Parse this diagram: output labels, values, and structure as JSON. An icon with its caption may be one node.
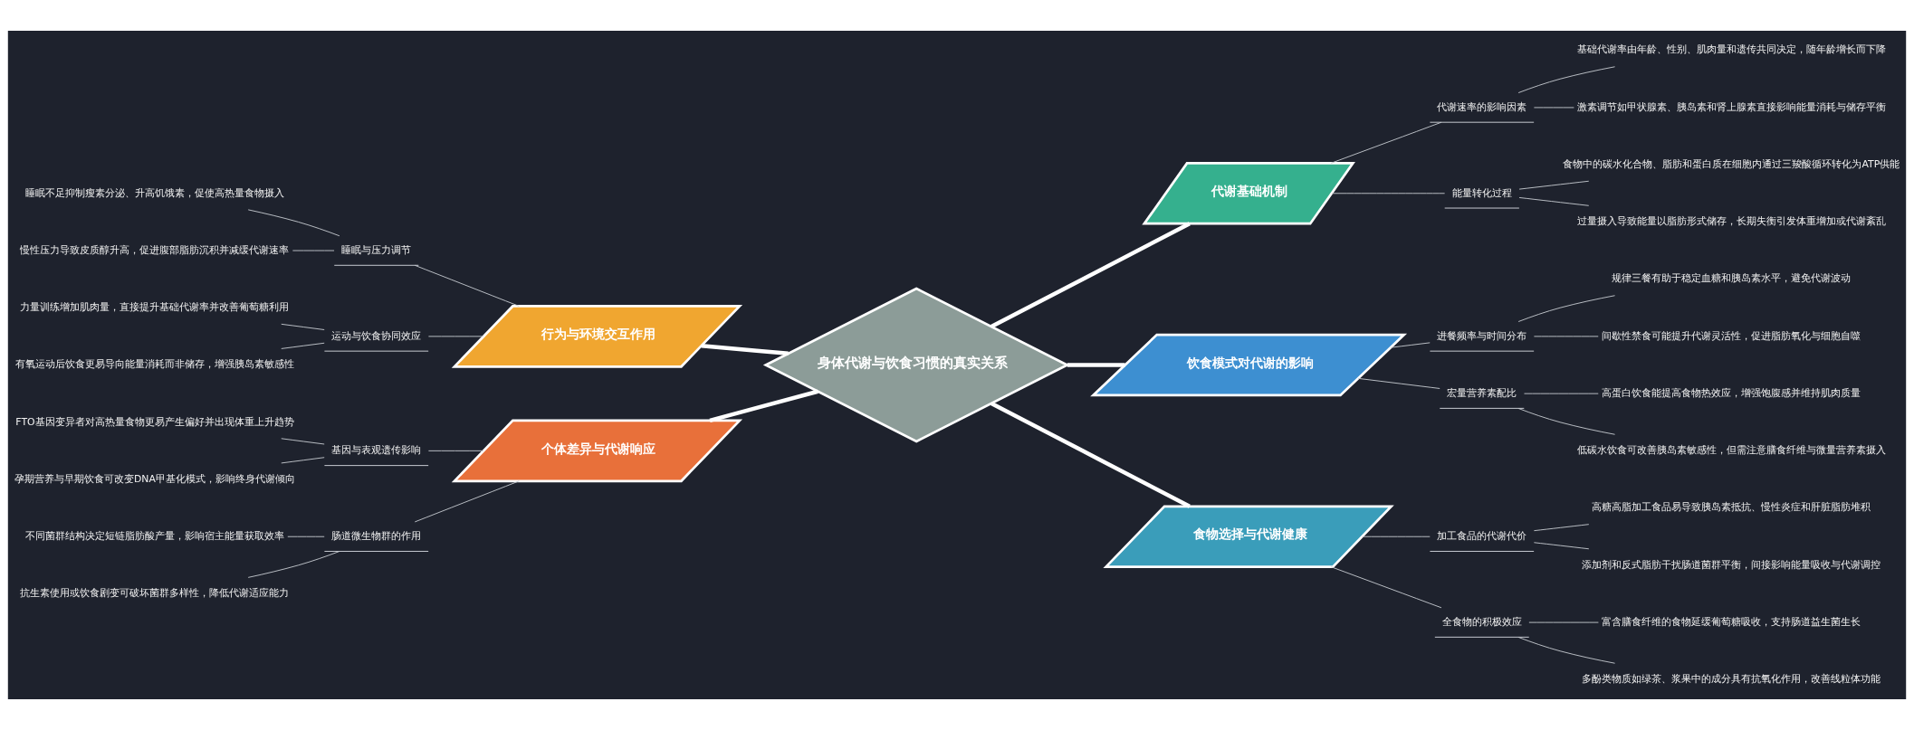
{
  "diagram": {
    "nodes": [
      {
        "text": [
          "身体代谢与饮食习惯的真实关系"
        ]
      },
      {
        "text": [
          "代谢基础机制"
        ]
      },
      {
        "text": [
          "代谢速率的影响因素"
        ]
      },
      {
        "text": [
          "基础代谢率由年龄、性别、肌肉量和遗传共同决定，随年龄增长而下降"
        ]
      },
      {
        "text": [
          "激素调节如甲状腺素、胰岛素和肾上腺素直接影响能量消耗与储存平衡"
        ]
      },
      {
        "text": [
          "能量转化过程"
        ]
      },
      {
        "text": [
          "食物中的碳水化合物、脂肪和蛋白质在细胞内通过三羧酸循环转化为ATP供能"
        ]
      },
      {
        "text": [
          "过量摄入导致能量以脂肪形式储存，长期失衡引发体重增加或代谢紊乱"
        ]
      },
      {
        "text": [
          "饮食模式对代谢的影响"
        ]
      },
      {
        "text": [
          "进餐频率与时间分布"
        ]
      },
      {
        "text": [
          "规律三餐有助于稳定血糖和胰岛素水平，避免代谢波动"
        ]
      },
      {
        "text": [
          "间歇性禁食可能提升代谢灵活性，促进脂肪氧化与细胞自噬"
        ]
      },
      {
        "text": [
          "宏量营养素配比"
        ]
      },
      {
        "text": [
          "高蛋白饮食能提高食物热效应，增强饱腹感并维持肌肉质量"
        ]
      },
      {
        "text": [
          "低碳水饮食可改善胰岛素敏感性，但需注意膳食纤维与微量营养素摄入"
        ]
      },
      {
        "text": [
          "食物选择与代谢健康"
        ]
      },
      {
        "text": [
          "加工食品的代谢代价"
        ]
      },
      {
        "text": [
          "高糖高脂加工食品易导致胰岛素抵抗、慢性炎症和肝脏脂肪堆积"
        ]
      },
      {
        "text": [
          "添加剂和反式脂肪干扰肠道菌群平衡，间接影响能量吸收与代谢调控"
        ]
      },
      {
        "text": [
          "全食物的积极效应"
        ]
      },
      {
        "text": [
          "富含膳食纤维的食物延缓葡萄糖吸收，支持肠道益生菌生长"
        ]
      },
      {
        "text": [
          "多酚类物质如绿茶、浆果中的成分具有抗氧化作用，改善线粒体功能"
        ]
      },
      {
        "text": [
          "行为与环境交互作用"
        ]
      },
      {
        "text": [
          "睡眠与压力调节"
        ]
      },
      {
        "text": [
          "睡眠不足抑制瘦素分泌、升高饥饿素，促使高热量食物摄入"
        ]
      },
      {
        "text": [
          "慢性压力导致皮质醇升高，促进腹部脂肪沉积并减缓代谢速率"
        ]
      },
      {
        "text": [
          "运动与饮食协同效应"
        ]
      },
      {
        "text": [
          "力量训练增加肌肉量，直接提升基础代谢率并改善葡萄糖利用"
        ]
      },
      {
        "text": [
          "有氧运动后饮食更易导向能量消耗而非储存，增强胰岛素敏感性"
        ]
      },
      {
        "text": [
          "个体差异与代谢响应"
        ]
      },
      {
        "text": [
          "基因与表观遗传影响"
        ]
      },
      {
        "text": [
          "FTO基因变异者对高热量食物更易产生偏好并出现体重上升趋势"
        ]
      },
      {
        "text": [
          "孕期营养与早期饮食可改变DNA甲基化模式，影响终身代谢倾向"
        ]
      },
      {
        "text": [
          "肠道微生物群的作用"
        ]
      },
      {
        "text": [
          "不同菌群结构决定短链脂肪酸产量，影响宿主能量获取效率"
        ]
      },
      {
        "text": [
          "抗生素使用或饮食剧变可破坏菌群多样性，降低代谢适应能力"
        ]
      }
    ],
    "edges": [
      {
        "from": 0,
        "to": 1,
        "arrow": "none",
        "style": "thick"
      },
      {
        "from": 1,
        "to": 2,
        "arrow": "none"
      },
      {
        "from": 2,
        "to": 3,
        "arrow": "none"
      },
      {
        "from": 2,
        "to": 4,
        "arrow": "none"
      },
      {
        "from": 1,
        "to": 5,
        "arrow": "none"
      },
      {
        "from": 5,
        "to": 6,
        "arrow": "none"
      },
      {
        "from": 5,
        "to": 7,
        "arrow": "none"
      },
      {
        "from": 0,
        "to": 8,
        "arrow": "none",
        "style": "thick"
      },
      {
        "from": 8,
        "to": 9,
        "arrow": "none"
      },
      {
        "from": 9,
        "to": 10,
        "arrow": "none"
      },
      {
        "from": 9,
        "to": 11,
        "arrow": "none"
      },
      {
        "from": 8,
        "to": 12,
        "arrow": "none"
      },
      {
        "from": 12,
        "to": 13,
        "arrow": "none"
      },
      {
        "from": 12,
        "to": 14,
        "arrow": "none"
      },
      {
        "from": 0,
        "to": 15,
        "arrow": "none",
        "style": "thick"
      },
      {
        "from": 15,
        "to": 16,
        "arrow": "none"
      },
      {
        "from": 16,
        "to": 17,
        "arrow": "none"
      },
      {
        "from": 16,
        "to": 18,
        "arrow": "none"
      },
      {
        "from": 15,
        "to": 19,
        "arrow": "none"
      },
      {
        "from": 19,
        "to": 20,
        "arrow": "none"
      },
      {
        "from": 19,
        "to": 21,
        "arrow": "none"
      },
      {
        "from": 0,
        "to": 22,
        "arrow": "none",
        "style": "thick"
      },
      {
        "from": 22,
        "to": 23,
        "arrow": "none"
      },
      {
        "from": 23,
        "to": 24,
        "arrow": "none"
      },
      {
        "from": 23,
        "to": 25,
        "arrow": "none"
      },
      {
        "from": 22,
        "to": 26,
        "arrow": "none"
      },
      {
        "from": 26,
        "to": 27,
        "arrow": "none"
      },
      {
        "from": 26,
        "to": 28,
        "arrow": "none"
      },
      {
        "from": 0,
        "to": 29,
        "arrow": "none",
        "style": "thick"
      },
      {
        "from": 29,
        "to": 30,
        "arrow": "none"
      },
      {
        "from": 30,
        "to": 31,
        "arrow": "none"
      },
      {
        "from": 30,
        "to": 32,
        "arrow": "none"
      },
      {
        "from": 29,
        "to": 33,
        "arrow": "none"
      },
      {
        "from": 33,
        "to": 34,
        "arrow": "none"
      },
      {
        "from": 33,
        "to": 35,
        "arrow": "none"
      }
    ]
  }
}
